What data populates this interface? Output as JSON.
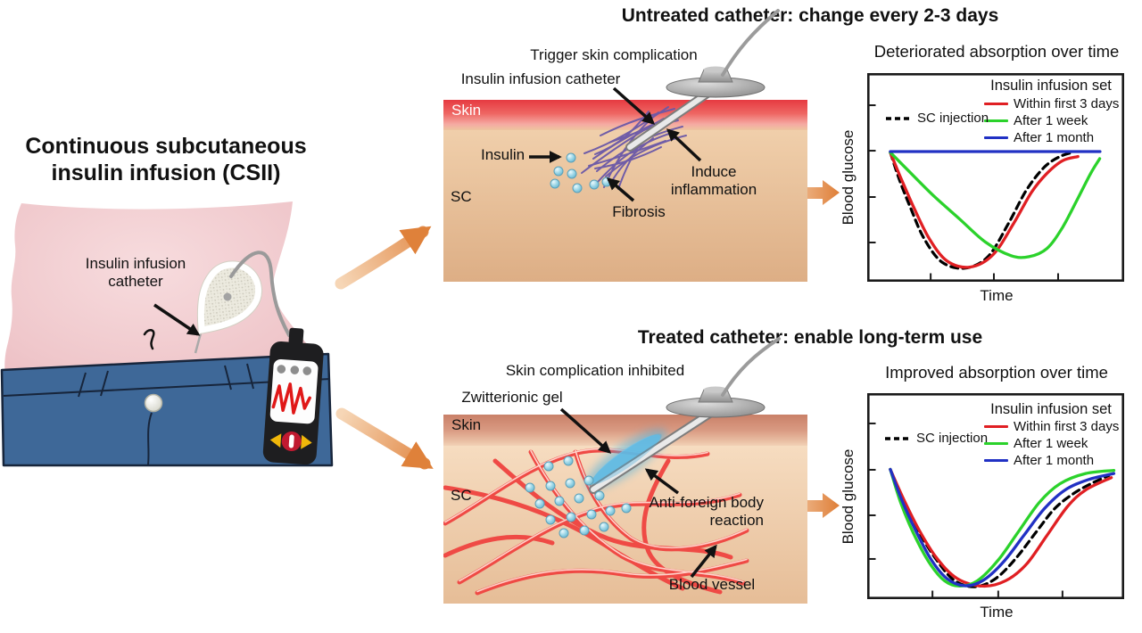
{
  "figure": {
    "left": {
      "title_line1": "Continuous subcutaneous",
      "title_line2": "insulin infusion (CSII)",
      "catheter_line1": "Insulin infusion",
      "catheter_line2": "catheter"
    },
    "untreated": {
      "title": "Untreated catheter: change every 2-3 days",
      "trigger": "Trigger skin complication",
      "catheter": "Insulin infusion catheter",
      "skin": "Skin",
      "insulin": "Insulin",
      "sc": "SC",
      "fibrosis": "Fibrosis",
      "induce_line1": "Induce",
      "induce_line2": "inflammation"
    },
    "treated": {
      "title": "Treated catheter: enable long-term use",
      "inhibited": "Skin complication inhibited",
      "gel": "Zwitterionic gel",
      "skin": "Skin",
      "sc": "SC",
      "anti_line1": "Anti-foreign body",
      "anti_line2": "reaction",
      "vessel": "Blood vessel"
    }
  },
  "colors": {
    "arrow_orange_light": "#f6d6b6",
    "arrow_orange_dark": "#df7f38",
    "fibrosis_purple": "#6a58a8",
    "vessel_red": "#ef4a45",
    "insulin_dot_blue": "#8ecfe2",
    "gel_blue": "#49b0e0",
    "skin_band_red": "#e63a41",
    "skin_band_tan": "#cb8670",
    "jeans_blue": "#3e6898"
  },
  "chart_data": [
    {
      "type": "line",
      "title": "Deteriorated absorption over time",
      "xlabel": "Time",
      "ylabel": "Blood glucose",
      "legend_title": "Insulin infusion set",
      "legend_position": "top-right",
      "grid": false,
      "axis_numeric_labels": false,
      "x_range": [
        0,
        100
      ],
      "y_range": [
        0,
        100
      ],
      "x_ticks": [
        24.7,
        49.3,
        74.3
      ],
      "y_ticks": [
        84.6,
        62.8,
        40.6,
        18.8
      ],
      "reference": {
        "name": "SC injection",
        "color": "#000000",
        "dashed": true,
        "points": [
          [
            9,
            62
          ],
          [
            12.5,
            49
          ],
          [
            17,
            35
          ],
          [
            22,
            21
          ],
          [
            29,
            9.5
          ],
          [
            38,
            6.5
          ],
          [
            47,
            12
          ],
          [
            55,
            28
          ],
          [
            62,
            44
          ],
          [
            69,
            55
          ],
          [
            75,
            60
          ],
          [
            80,
            62
          ]
        ]
      },
      "series": [
        {
          "name": "Within first 3 days",
          "color": "#e01f23",
          "points": [
            [
              9,
              62
            ],
            [
              13,
              50
            ],
            [
              18,
              36
            ],
            [
              24,
              21
            ],
            [
              31,
              10
            ],
            [
              40,
              7
            ],
            [
              49,
              13
            ],
            [
              57,
              28
            ],
            [
              64,
              43
            ],
            [
              70,
              52
            ],
            [
              76,
              58
            ],
            [
              82,
              60
            ]
          ]
        },
        {
          "name": "After 1 week",
          "color": "#2bd22b",
          "points": [
            [
              9,
              62
            ],
            [
              17,
              52
            ],
            [
              26,
              41
            ],
            [
              36,
              30
            ],
            [
              46,
              19
            ],
            [
              56,
              12.5
            ],
            [
              63,
              12
            ],
            [
              70,
              16
            ],
            [
              76,
              26
            ],
            [
              82,
              40
            ],
            [
              87,
              52
            ],
            [
              90.5,
              59
            ]
          ]
        },
        {
          "name": "After 1 month",
          "color": "#2131c4",
          "points": [
            [
              9,
              62.4
            ],
            [
              90.6,
              62.4
            ]
          ]
        }
      ]
    },
    {
      "type": "line",
      "title": "Improved absorption over time",
      "xlabel": "Time",
      "ylabel": "Blood glucose",
      "legend_title": "Insulin infusion set",
      "legend_position": "top-right",
      "grid": false,
      "axis_numeric_labels": false,
      "x_range": [
        0,
        100
      ],
      "y_range": [
        0,
        100
      ],
      "x_ticks": [
        25.4,
        51,
        76
      ],
      "y_ticks": [
        85.3,
        62.8,
        40.7,
        19.5
      ],
      "reference": {
        "name": "SC injection",
        "color": "#000000",
        "dashed": true,
        "points": [
          [
            9,
            63
          ],
          [
            14,
            48
          ],
          [
            20,
            33
          ],
          [
            27,
            19
          ],
          [
            34,
            9
          ],
          [
            42,
            6
          ],
          [
            50,
            10
          ],
          [
            58,
            20
          ],
          [
            66,
            33
          ],
          [
            73,
            44
          ],
          [
            80,
            51
          ],
          [
            87,
            56
          ],
          [
            94,
            60
          ]
        ]
      },
      "series": [
        {
          "name": "Within first 3 days",
          "color": "#e01f23",
          "points": [
            [
              9,
              63
            ],
            [
              14,
              49
            ],
            [
              20,
              34
            ],
            [
              27,
              20
            ],
            [
              35,
              10
            ],
            [
              45,
              6.3
            ],
            [
              54,
              9
            ],
            [
              62,
              17
            ],
            [
              70,
              31
            ],
            [
              78,
              45
            ],
            [
              85,
              53
            ],
            [
              95,
              59
            ]
          ]
        },
        {
          "name": "After 1 week",
          "color": "#2bd22b",
          "points": [
            [
              9,
              63
            ],
            [
              13,
              47
            ],
            [
              18,
              32
            ],
            [
              24,
              18
            ],
            [
              30,
              9
            ],
            [
              36,
              6.3
            ],
            [
              43,
              9
            ],
            [
              51,
              19
            ],
            [
              59,
              33
            ],
            [
              67,
              47
            ],
            [
              75,
              56
            ],
            [
              85,
              61
            ],
            [
              96,
              62.5
            ]
          ]
        },
        {
          "name": "After 1 month",
          "color": "#2131c4",
          "points": [
            [
              9,
              63
            ],
            [
              13.5,
              48
            ],
            [
              19,
              33
            ],
            [
              25,
              19
            ],
            [
              31,
              10
            ],
            [
              38,
              6.5
            ],
            [
              45,
              9
            ],
            [
              53,
              18
            ],
            [
              61,
              31
            ],
            [
              69,
              44
            ],
            [
              77,
              53
            ],
            [
              86,
              58
            ],
            [
              96,
              61
            ]
          ]
        }
      ]
    }
  ]
}
